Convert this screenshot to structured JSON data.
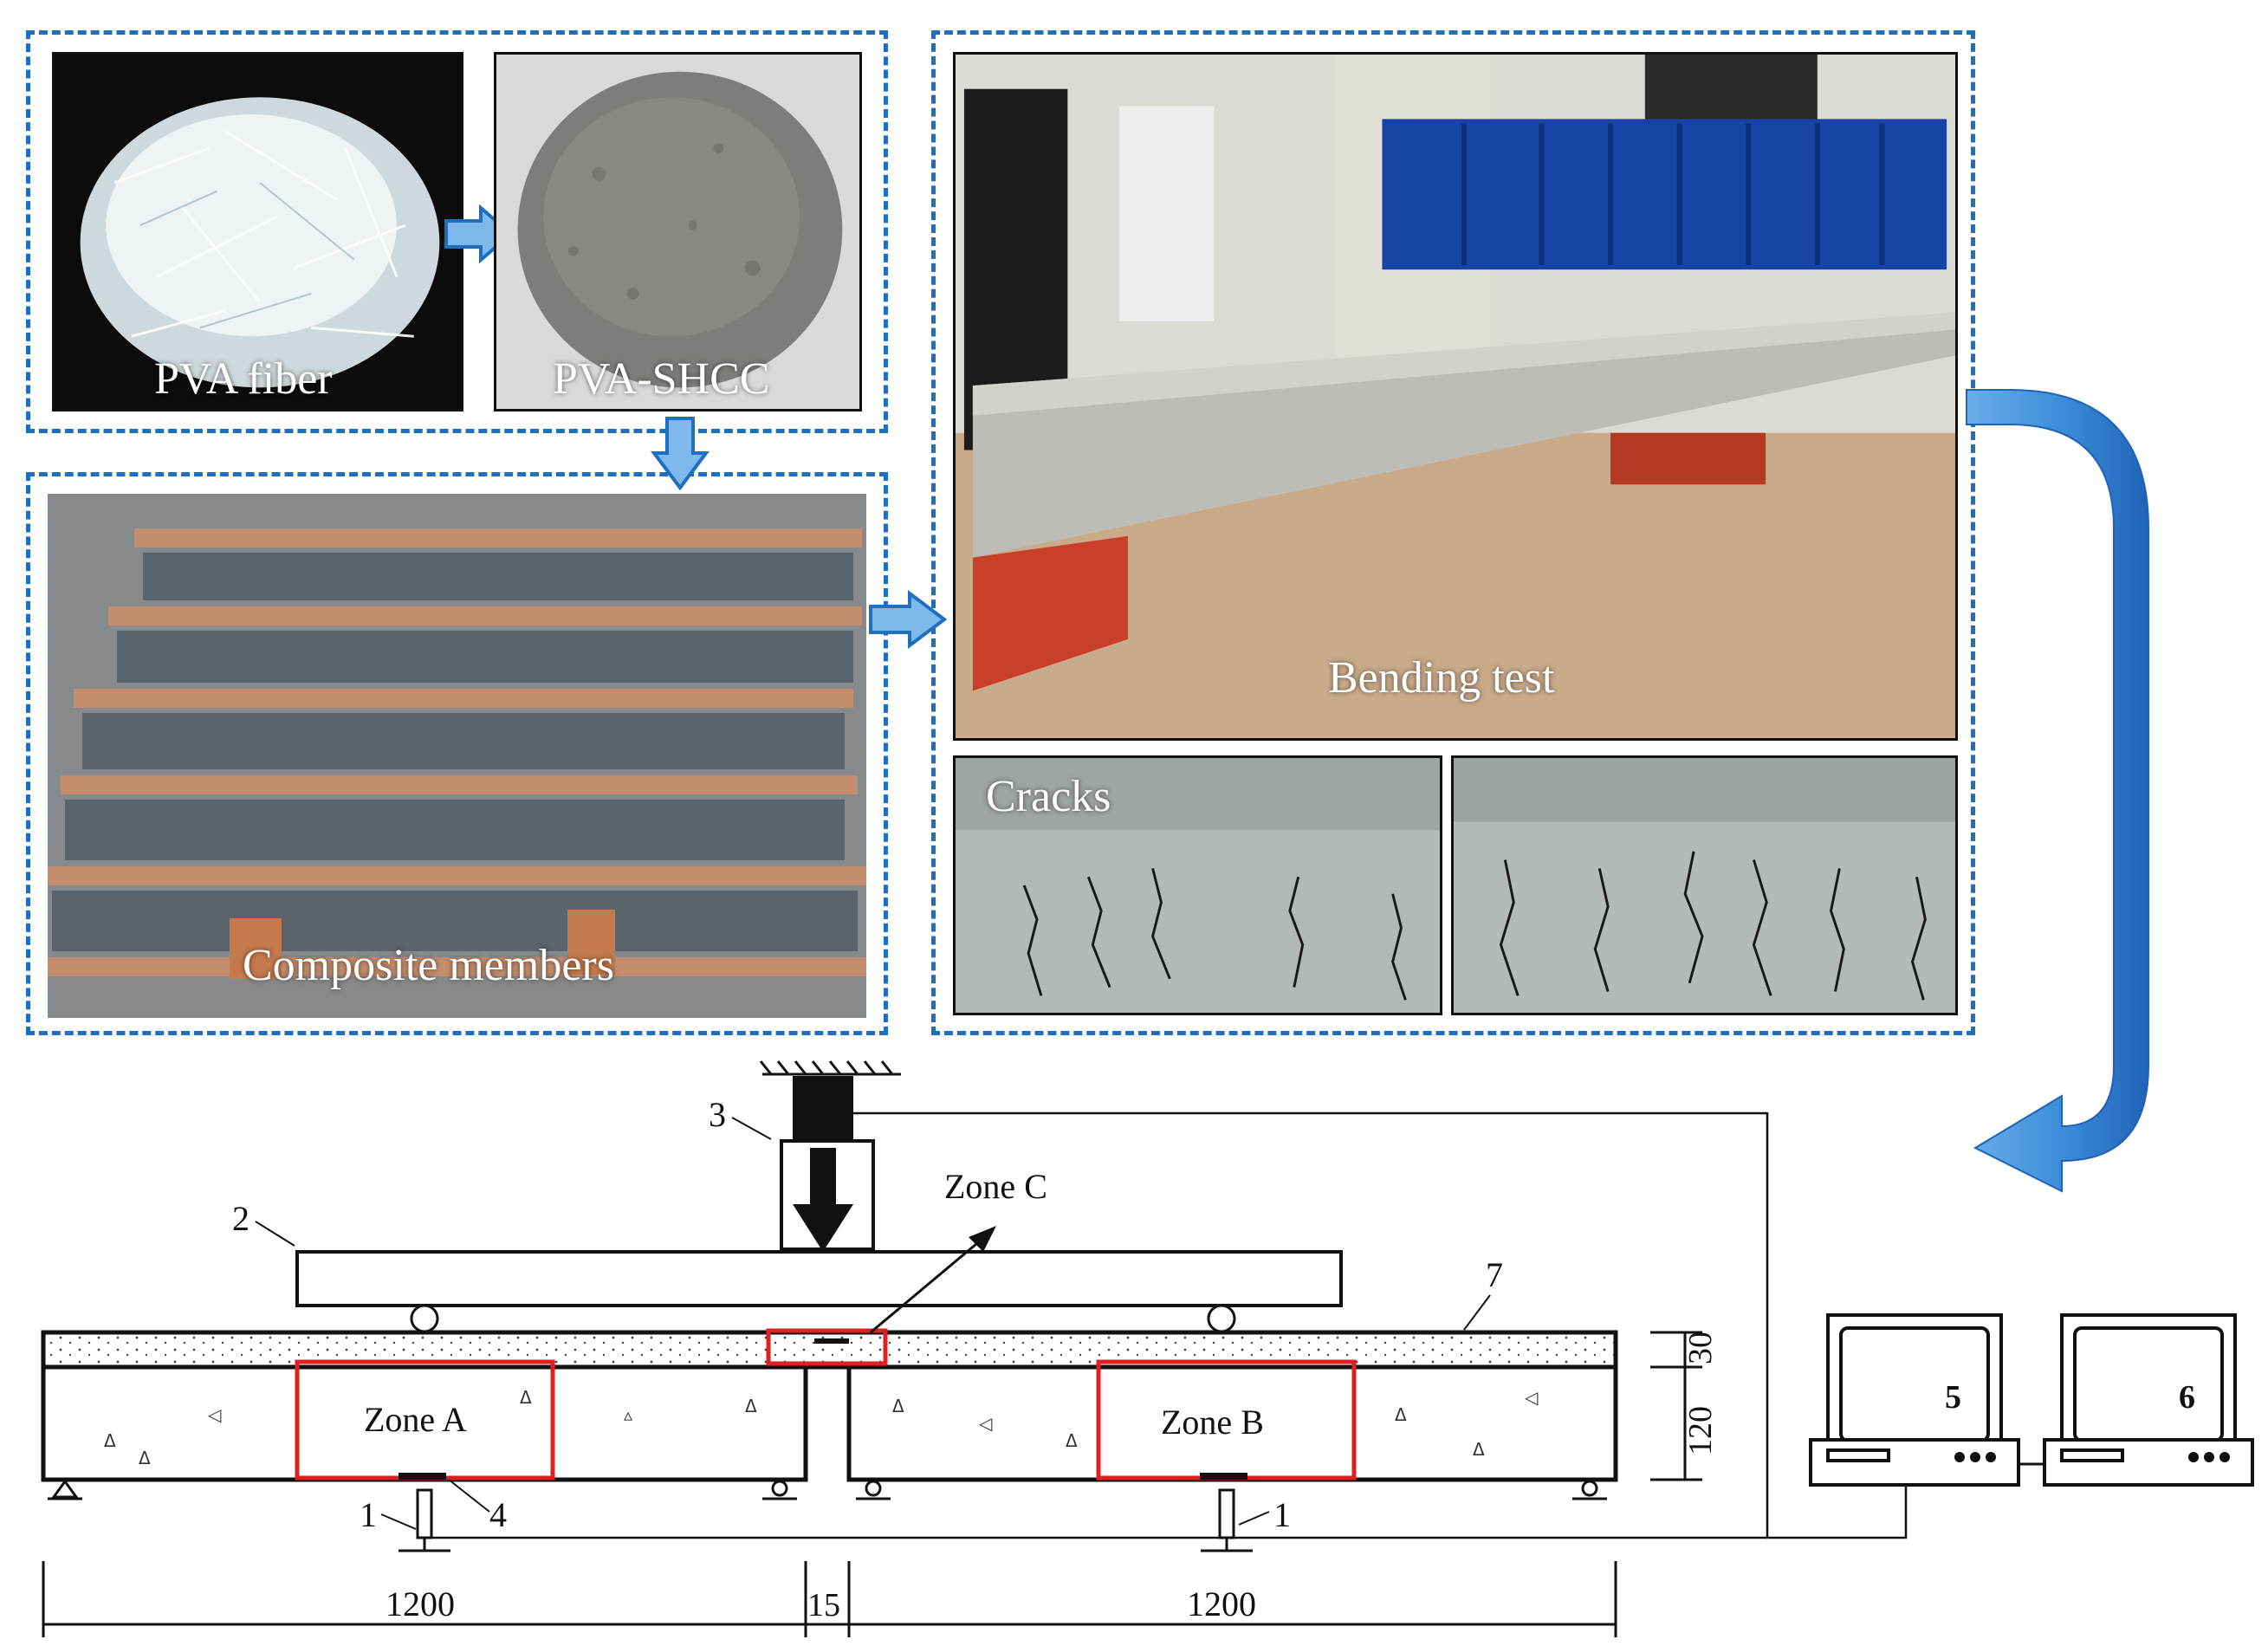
{
  "panels": {
    "pva_fiber": "PVA fiber",
    "pva_shcc": "PVA-SHCC",
    "composite_members": "Composite members",
    "bending_test": "Bending test",
    "cracks": "Cracks"
  },
  "schematic": {
    "zone_a": "Zone A",
    "zone_b": "Zone B",
    "zone_c": "Zone C",
    "callouts": {
      "c1a": "1",
      "c1b": "1",
      "c2": "2",
      "c3": "3",
      "c4": "4",
      "c5": "5",
      "c6": "6",
      "c7": "7"
    },
    "dims": {
      "left_span": "1200",
      "gap": "15",
      "right_span": "1200",
      "top_layer": "30",
      "base_height": "120"
    }
  },
  "colors": {
    "accent_blue": "#1f6fc0",
    "zone_red": "#e02020",
    "support_red": "#c8402a"
  }
}
